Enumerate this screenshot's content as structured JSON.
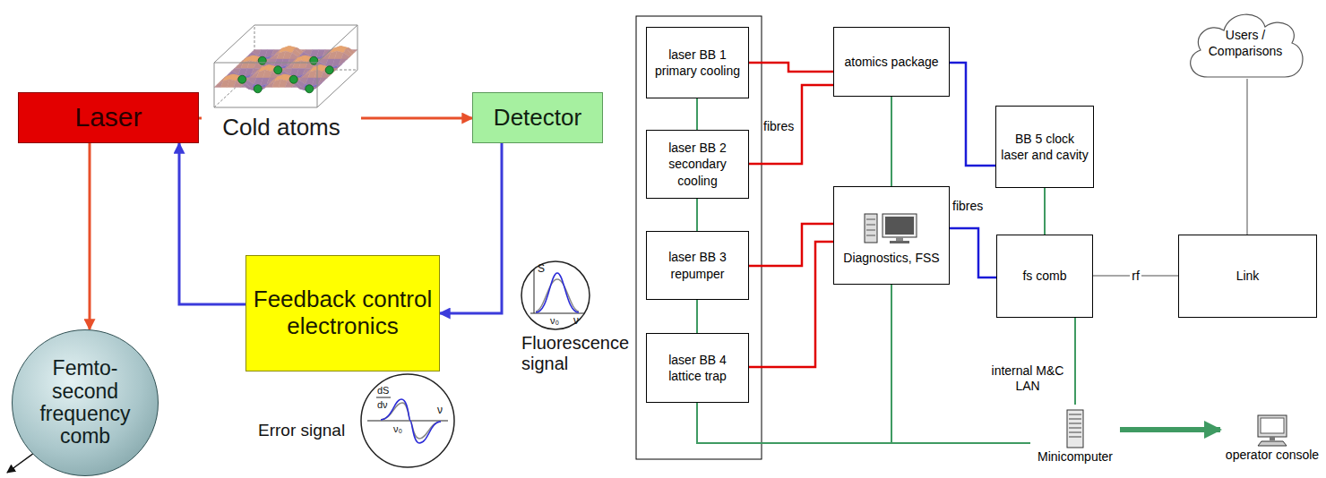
{
  "diagram": {
    "nodes": [
      {
        "text": [
          "Laser"
        ]
      },
      {
        "text": [
          "Cold atoms"
        ]
      },
      {
        "text": [
          "Detector"
        ]
      },
      {
        "text": [
          "Feedback control electronics"
        ]
      },
      {
        "text": [
          "Femto- second frequency comb"
        ]
      },
      {
        "text": [
          "laser BB 1 primary cooling"
        ]
      },
      {
        "text": [
          "laser BB 2 secondary cooling"
        ]
      },
      {
        "text": [
          "laser BB 3 repumper"
        ]
      },
      {
        "text": [
          "laser BB 4 lattice trap"
        ]
      },
      {
        "text": [
          "atomics package"
        ]
      },
      {
        "text": [
          "Diagnostics, FSS"
        ]
      },
      {
        "text": [
          "Users / Comparisons"
        ]
      },
      {
        "text": [
          "BB 5 clock laser and cavity"
        ]
      },
      {
        "text": [
          "fs comb"
        ]
      },
      {
        "text": [
          "Link"
        ]
      },
      {
        "text": [
          "Minicomputer"
        ]
      },
      {
        "text": [
          "operator console"
        ]
      }
    ],
    "edges": [
      {
        "from": 0,
        "to": 1,
        "arrow": "none"
      },
      {
        "from": 1,
        "to": 2,
        "arrow": "to"
      },
      {
        "from": 2,
        "to": 3,
        "arrow": "to"
      },
      {
        "from": 3,
        "to": 0,
        "arrow": "to"
      },
      {
        "from": 0,
        "to": 4,
        "arrow": "to"
      },
      {
        "from": 5,
        "to": 9,
        "arrow": "none"
      },
      {
        "from": 6,
        "to": 9,
        "arrow": "none"
      },
      {
        "from": 7,
        "to": 10,
        "arrow": "none"
      },
      {
        "from": 8,
        "to": 10,
        "arrow": "none"
      },
      {
        "from": 5,
        "to": 6,
        "arrow": "none"
      },
      {
        "from": 6,
        "to": 7,
        "arrow": "none"
      },
      {
        "from": 7,
        "to": 8,
        "arrow": "none"
      },
      {
        "from": 9,
        "to": 10,
        "arrow": "none"
      },
      {
        "from": 9,
        "to": 12,
        "arrow": "none"
      },
      {
        "from": 10,
        "to": 13,
        "arrow": "none"
      },
      {
        "from": 12,
        "to": 13,
        "arrow": "none"
      },
      {
        "from": 13,
        "to": 14,
        "label": "rf",
        "arrow": "none"
      },
      {
        "from": 14,
        "to": 11,
        "arrow": "none"
      },
      {
        "from": 13,
        "to": 15,
        "label": "internal M&C LAN",
        "arrow": "none"
      },
      {
        "from": 8,
        "to": 15,
        "arrow": "none"
      },
      {
        "from": 10,
        "to": 15,
        "arrow": "none"
      },
      {
        "from": 15,
        "to": 16,
        "arrow": "to"
      }
    ],
    "labels": [
      "fibres",
      "fibres",
      "Fluorescence signal",
      "Error signal",
      "S",
      "ν₀",
      "ν",
      "dS",
      "dν",
      "ν₀",
      "ν"
    ]
  }
}
